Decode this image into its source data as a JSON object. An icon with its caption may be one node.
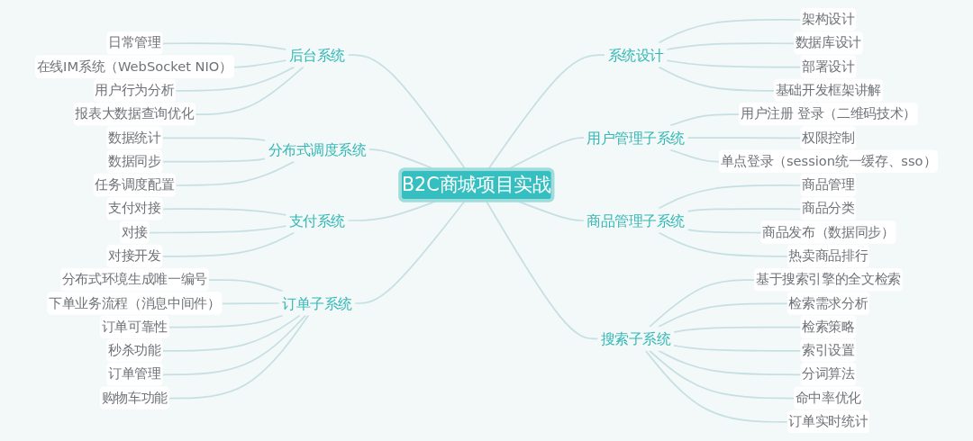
{
  "diagram": {
    "nodes": [
      {
        "text": [
          "B2C商城项目实战"
        ]
      },
      {
        "text": [
          "后台系统"
        ]
      },
      {
        "text": [
          "日常管理"
        ]
      },
      {
        "text": [
          "在线IM系统（WebSocket NIO）"
        ]
      },
      {
        "text": [
          "用户行为分析"
        ]
      },
      {
        "text": [
          "报表大数据查询优化"
        ]
      },
      {
        "text": [
          "分布式调度系统"
        ]
      },
      {
        "text": [
          "数据统计"
        ]
      },
      {
        "text": [
          "数据同步"
        ]
      },
      {
        "text": [
          "任务调度配置"
        ]
      },
      {
        "text": [
          "支付系统"
        ]
      },
      {
        "text": [
          "支付对接"
        ]
      },
      {
        "text": [
          "对接"
        ]
      },
      {
        "text": [
          "对接开发"
        ]
      },
      {
        "text": [
          "订单子系统"
        ]
      },
      {
        "text": [
          "分布式环境生成唯一编号"
        ]
      },
      {
        "text": [
          "下单业务流程（消息中间件）"
        ]
      },
      {
        "text": [
          "订单可靠性"
        ]
      },
      {
        "text": [
          "秒杀功能"
        ]
      },
      {
        "text": [
          "订单管理"
        ]
      },
      {
        "text": [
          "购物车功能"
        ]
      },
      {
        "text": [
          "系统设计"
        ]
      },
      {
        "text": [
          "架构设计"
        ]
      },
      {
        "text": [
          "数据库设计"
        ]
      },
      {
        "text": [
          "部署设计"
        ]
      },
      {
        "text": [
          "基础开发框架讲解"
        ]
      },
      {
        "text": [
          "用户管理子系统"
        ]
      },
      {
        "text": [
          "用户注册 登录（二维码技术）"
        ]
      },
      {
        "text": [
          "权限控制"
        ]
      },
      {
        "text": [
          "单点登录（session统一缓存、sso）"
        ]
      },
      {
        "text": [
          "商品管理子系统"
        ]
      },
      {
        "text": [
          "商品管理"
        ]
      },
      {
        "text": [
          "商品分类"
        ]
      },
      {
        "text": [
          "商品发布（数据同步）"
        ]
      },
      {
        "text": [
          "热卖商品排行"
        ]
      },
      {
        "text": [
          "搜索子系统"
        ]
      },
      {
        "text": [
          "基于搜索引擎的全文检索"
        ]
      },
      {
        "text": [
          "检索需求分析"
        ]
      },
      {
        "text": [
          "检索策略"
        ]
      },
      {
        "text": [
          "索引设置"
        ]
      },
      {
        "text": [
          "分词算法"
        ]
      },
      {
        "text": [
          "命中率优化"
        ]
      },
      {
        "text": [
          "订单实时统计"
        ]
      }
    ],
    "edges": [
      {
        "from": 2,
        "to": 1,
        "arrow": "none"
      },
      {
        "from": 3,
        "to": 1,
        "arrow": "none"
      },
      {
        "from": 4,
        "to": 1,
        "arrow": "none"
      },
      {
        "from": 5,
        "to": 1,
        "arrow": "none"
      },
      {
        "from": 1,
        "to": 0,
        "arrow": "none"
      },
      {
        "from": 7,
        "to": 6,
        "arrow": "none"
      },
      {
        "from": 8,
        "to": 6,
        "arrow": "none"
      },
      {
        "from": 9,
        "to": 6,
        "arrow": "none"
      },
      {
        "from": 6,
        "to": 0,
        "arrow": "none"
      },
      {
        "from": 11,
        "to": 10,
        "arrow": "none"
      },
      {
        "from": 12,
        "to": 10,
        "arrow": "none"
      },
      {
        "from": 13,
        "to": 10,
        "arrow": "none"
      },
      {
        "from": 10,
        "to": 0,
        "arrow": "none"
      },
      {
        "from": 15,
        "to": 14,
        "arrow": "none"
      },
      {
        "from": 16,
        "to": 14,
        "arrow": "none"
      },
      {
        "from": 17,
        "to": 14,
        "arrow": "none"
      },
      {
        "from": 18,
        "to": 14,
        "arrow": "none"
      },
      {
        "from": 19,
        "to": 14,
        "arrow": "none"
      },
      {
        "from": 20,
        "to": 14,
        "arrow": "none"
      },
      {
        "from": 14,
        "to": 0,
        "arrow": "none"
      },
      {
        "from": 0,
        "to": 21,
        "arrow": "none"
      },
      {
        "from": 21,
        "to": 22,
        "arrow": "none"
      },
      {
        "from": 21,
        "to": 23,
        "arrow": "none"
      },
      {
        "from": 21,
        "to": 24,
        "arrow": "none"
      },
      {
        "from": 21,
        "to": 25,
        "arrow": "none"
      },
      {
        "from": 0,
        "to": 26,
        "arrow": "none"
      },
      {
        "from": 26,
        "to": 27,
        "arrow": "none"
      },
      {
        "from": 26,
        "to": 28,
        "arrow": "none"
      },
      {
        "from": 26,
        "to": 29,
        "arrow": "none"
      },
      {
        "from": 0,
        "to": 30,
        "arrow": "none"
      },
      {
        "from": 30,
        "to": 31,
        "arrow": "none"
      },
      {
        "from": 30,
        "to": 32,
        "arrow": "none"
      },
      {
        "from": 30,
        "to": 33,
        "arrow": "none"
      },
      {
        "from": 30,
        "to": 34,
        "arrow": "none"
      },
      {
        "from": 0,
        "to": 35,
        "arrow": "none"
      },
      {
        "from": 35,
        "to": 36,
        "arrow": "none"
      },
      {
        "from": 35,
        "to": 37,
        "arrow": "none"
      },
      {
        "from": 35,
        "to": 38,
        "arrow": "none"
      },
      {
        "from": 35,
        "to": 39,
        "arrow": "none"
      },
      {
        "from": 35,
        "to": 40,
        "arrow": "none"
      },
      {
        "from": 35,
        "to": 41,
        "arrow": "none"
      },
      {
        "from": 35,
        "to": 42,
        "arrow": "none"
      }
    ]
  }
}
